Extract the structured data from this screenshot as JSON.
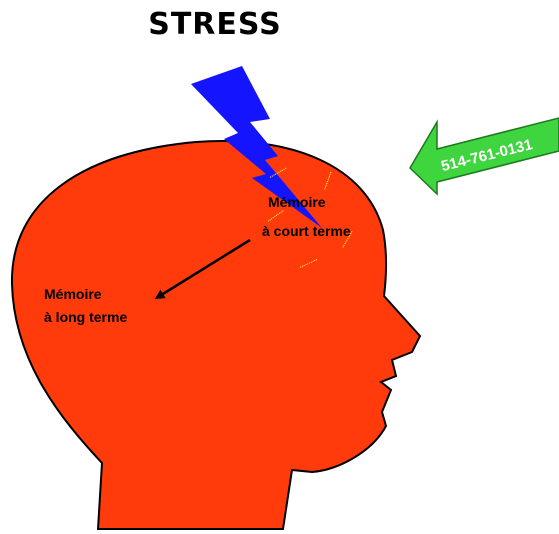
{
  "title": "STRESS",
  "phone_number": "514-761-0131",
  "short_term_memory": [
    "Mémoire",
    "à court terme"
  ],
  "long_term_memory": [
    "Mémoire",
    "à long terme"
  ],
  "scribbles": [
    "..........",
    "..........",
    "..........",
    "..........",
    ".........."
  ],
  "colors": {
    "head": "#ff3b0b",
    "outline": "#000000",
    "lightning": "#1414ff",
    "arrow_green": "#3fd53f",
    "scribble_text": "#ffff33"
  },
  "icons": {
    "lightning": "lightning-bolt-icon",
    "input_arrow": "left-arrow-icon",
    "transfer_arrow": "arrow-to-long-term-memory"
  }
}
